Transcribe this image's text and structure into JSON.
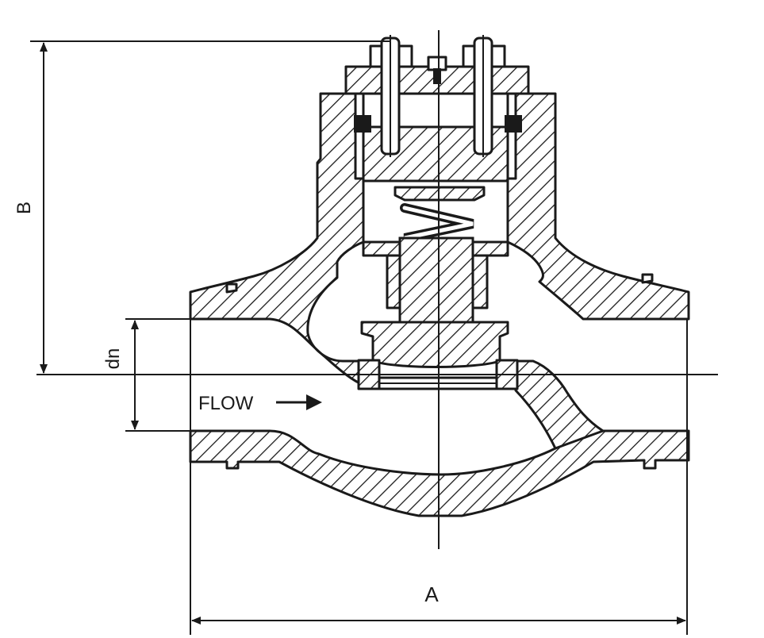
{
  "diagram": {
    "labels": {
      "flow": "FLOW",
      "overall_length": "A",
      "overall_height": "B",
      "nominal_diameter": "dn"
    },
    "colors": {
      "line": "#1a1a1a",
      "background": "#ffffff",
      "hatch": "#1a1a1a"
    },
    "icons": {
      "flow_direction": "arrow-right-icon"
    }
  }
}
